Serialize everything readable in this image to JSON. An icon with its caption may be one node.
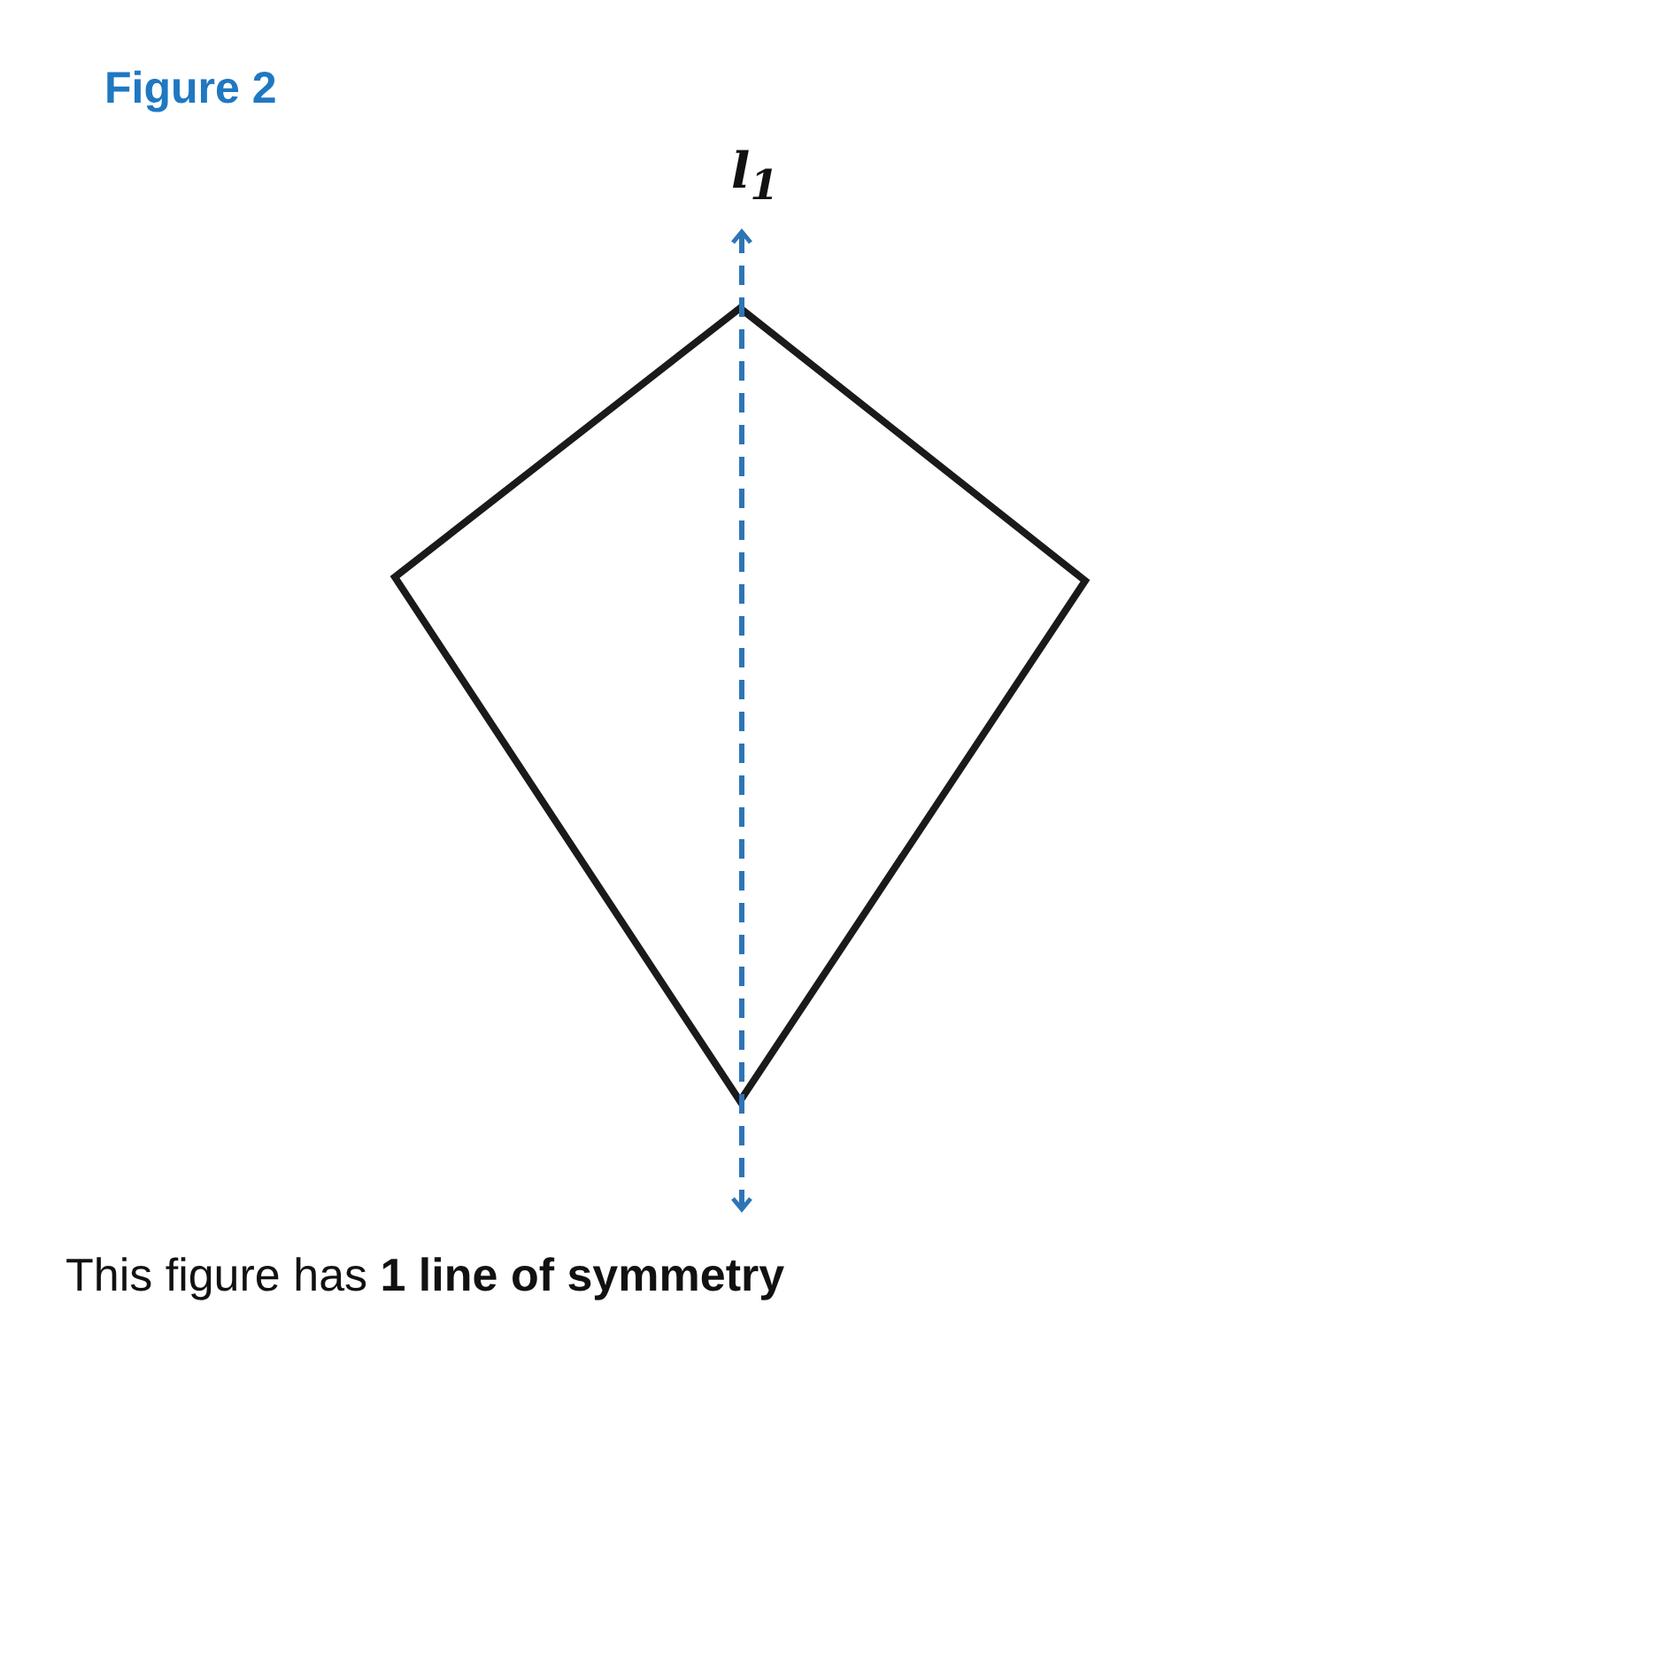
{
  "diagram": {
    "title": "Figure 2",
    "caption": "This figure has **1 line of symmetry**",
    "labels": [
      "l$_{1}$"
    ]
  }
}
